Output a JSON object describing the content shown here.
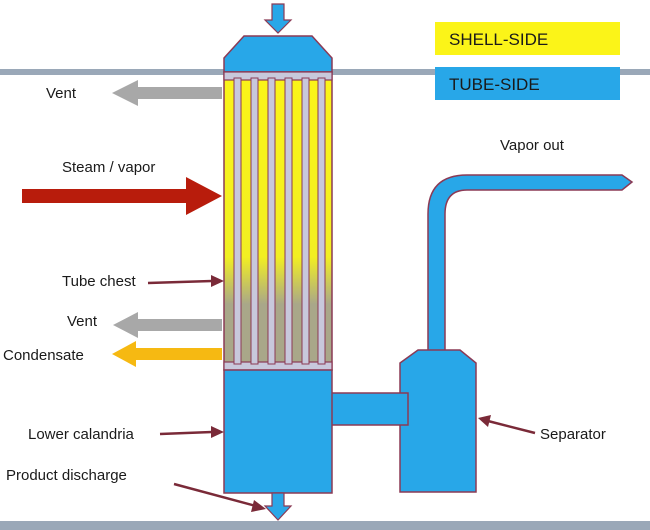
{
  "legend": {
    "shell_side": {
      "label": "SHELL-SIDE",
      "color": "#fbf418"
    },
    "tube_side": {
      "label": "TUBE-SIDE",
      "color": "#28a7e8"
    }
  },
  "labels": {
    "vent_top": "Vent",
    "steam": "Steam / vapor",
    "tube_chest": "Tube chest",
    "vent_bottom": "Vent",
    "condensate": "Condensate",
    "lower_calandria": "Lower calandria",
    "product_discharge": "Product discharge",
    "vapor_out": "Vapor out",
    "separator": "Separator"
  },
  "colors": {
    "vessel_fill": "#28a7e8",
    "vessel_stroke": "#8b3a55",
    "tube_fill": "#c8c8dc",
    "vent_arrow": "#a8a8a8",
    "steam_arrow": "#b81c0c",
    "condensate_arrow": "#f6b912",
    "pointer": "#7a2a38",
    "condensate_zone": "#a9a789",
    "horizon_line": "#9aa8b8"
  }
}
